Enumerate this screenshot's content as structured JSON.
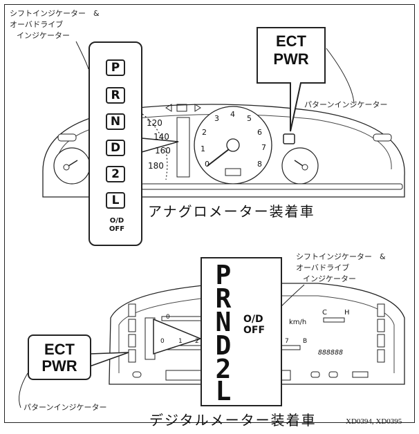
{
  "top_left_label": {
    "line1": "シフトインジケーター　&",
    "line2": "オーバドライブ",
    "line3": "インジケーター"
  },
  "pattern_label_top": "パターンインジケーター",
  "ect_box": {
    "line1": "ECT",
    "line2": "PWR"
  },
  "gear_positions": [
    "P",
    "R",
    "N",
    "D",
    "2",
    "L"
  ],
  "od_off": {
    "line1": "O/D",
    "line2": "OFF"
  },
  "speedo_ticks": [
    "120",
    "140",
    "160",
    "180"
  ],
  "tacho_ticks": [
    "0",
    "1",
    "2",
    "3",
    "4",
    "5",
    "6",
    "7",
    "8"
  ],
  "analog_caption": "アナグロメーター装着車",
  "digital_label_right": {
    "line1": "シフトインジケーター　&",
    "line2": "オーバドライブ",
    "line3": "インジケーター"
  },
  "digital_gears": [
    "P",
    "R",
    "N",
    "D",
    "2",
    "L"
  ],
  "digital_od_off": {
    "line1": "O/D",
    "line2": "OFF"
  },
  "digital_ect_box": {
    "line1": "ECT",
    "line2": "PWR"
  },
  "digital_misc": {
    "kmh": "km/h",
    "c": "C",
    "h": "H",
    "b": "B",
    "o": "0",
    "one": "1",
    "two": "2",
    "seven": "7",
    "odo": "888888"
  },
  "pattern_label_bottom": "パターンインジケーター",
  "digital_caption": "デジタルメーター装着車",
  "figure_id": "XD0394, XD0395"
}
